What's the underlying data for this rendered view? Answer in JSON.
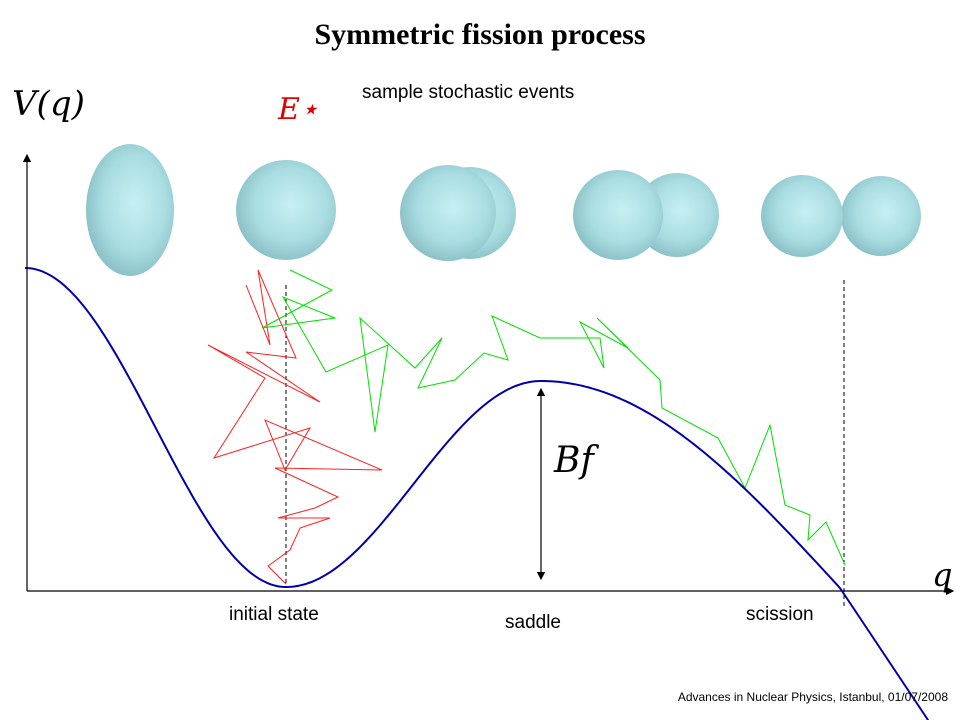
{
  "title": "Symmetric fission process",
  "subtitle": "sample stochastic events",
  "labels": {
    "v_of_q": "V(q)",
    "e_star": "E⋆",
    "barrier": "Bf",
    "q_axis": "q",
    "initial_state": "initial state",
    "saddle": "saddle",
    "scission": "scission"
  },
  "footer": "Advances in Nuclear Physics, Istanbul, 01/07/2008",
  "colors": {
    "potential_curve": "#0000a8",
    "trajectory_red": "#ff2020",
    "trajectory_green": "#00e000",
    "nucleus": "#a9dde2",
    "e_star": "#e00000"
  },
  "shapes": [
    "deformed-ellipsoid",
    "sphere",
    "slightly-necked",
    "necked",
    "two-fragments"
  ]
}
